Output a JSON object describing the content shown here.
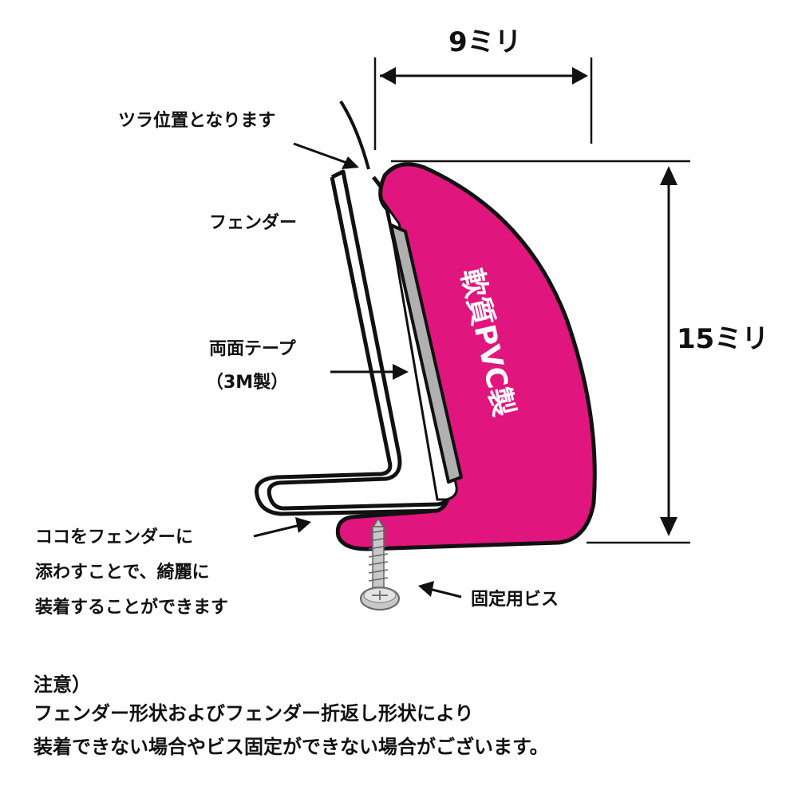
{
  "dimensions": {
    "width_label": "9ミリ",
    "height_label": "15ミリ"
  },
  "labels": {
    "surface": "ツラ位置となります",
    "fender": "フェンダー",
    "tape_line1": "両面テープ",
    "tape_line2": "（3M製）",
    "material": "軟質PVC製",
    "fit_line1": "ココをフェンダーに",
    "fit_line2": "添わすことで、綺麗に",
    "fit_line3": "装着することができます",
    "screw": "固定用ビス"
  },
  "notes": {
    "title": "注意）",
    "line1": "フェンダー形状およびフェンダー折返し形状により",
    "line2": "装着できない場合やビス固定ができない場合がございます。"
  },
  "colors": {
    "pvc": "#e0157d",
    "tape": "#b0b0b0",
    "outline": "#111111",
    "screw": "#c8c8c8"
  }
}
